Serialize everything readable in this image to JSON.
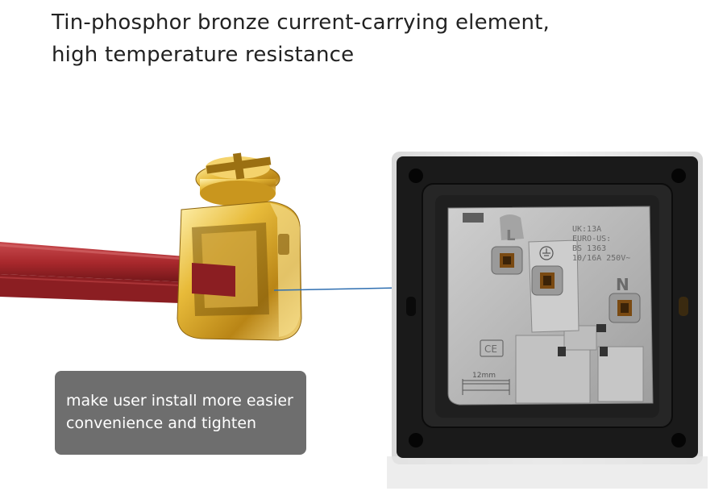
{
  "headline": {
    "line1": "Tin-phosphor bronze current-carrying element,",
    "line2": "high temperature resistance"
  },
  "caption": {
    "line1": "make user install more easier",
    "line2": "convenience and tighten"
  },
  "socket": {
    "terminal_L": "L",
    "terminal_N": "N",
    "label_lines": [
      "UK:13A",
      "EURO-US:",
      "BS 1363",
      "10/16A 250V~"
    ],
    "ce_mark": "CE",
    "wire_gauge": "12mm"
  },
  "colors": {
    "wire": "#a8282c",
    "brass": "#d8a928",
    "socket_frame": "#1a1a1a",
    "socket_core": "#b5b5b5",
    "caption_bg": "#6e6e6e",
    "pointer_line": "#2f6fb1"
  }
}
